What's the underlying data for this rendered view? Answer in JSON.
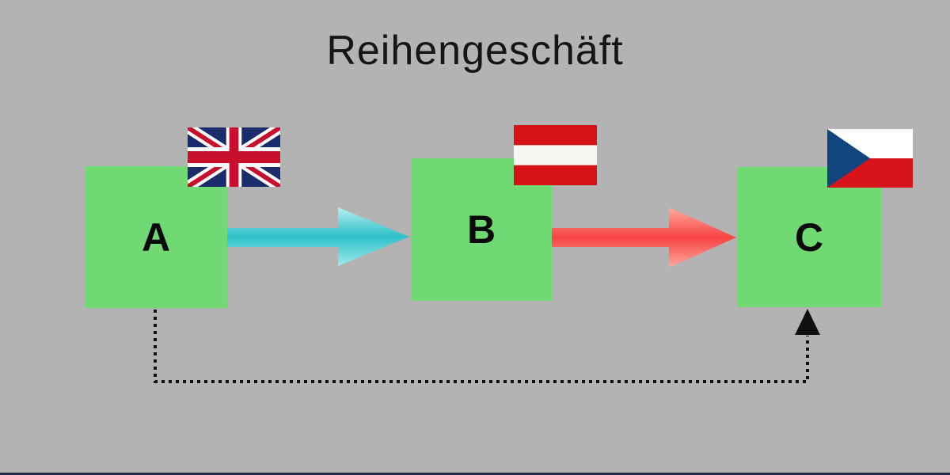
{
  "title": "Reihengeschäft",
  "background_color": "#b3b3b3",
  "bottom_bar_color": "#232c47",
  "box_color": "#70d973",
  "label_color": "#0a0a0a",
  "boxes": {
    "a": "A",
    "b": "B",
    "c": "C"
  },
  "arrows": {
    "a_to_b": {
      "top": "#b7f0f2",
      "mid": "#2fc0c9",
      "bottom": "#9fe9ec"
    },
    "b_to_c": {
      "top": "#ffab9e",
      "mid": "#f74343",
      "bottom": "#ffa99f"
    },
    "a_to_c_dotted": {
      "color": "#101010"
    }
  },
  "flags": {
    "uk": {
      "icon": "united-kingdom-flag-icon",
      "blue": "#1a2c6b",
      "red": "#c8102e",
      "white": "#ffffff"
    },
    "austria": {
      "icon": "austria-flag-icon",
      "red": "#d41317",
      "white": "#f7f5f2"
    },
    "czech": {
      "icon": "czech-republic-flag-icon",
      "blue": "#11457e",
      "red": "#d7141a",
      "white": "#ffffff"
    }
  }
}
